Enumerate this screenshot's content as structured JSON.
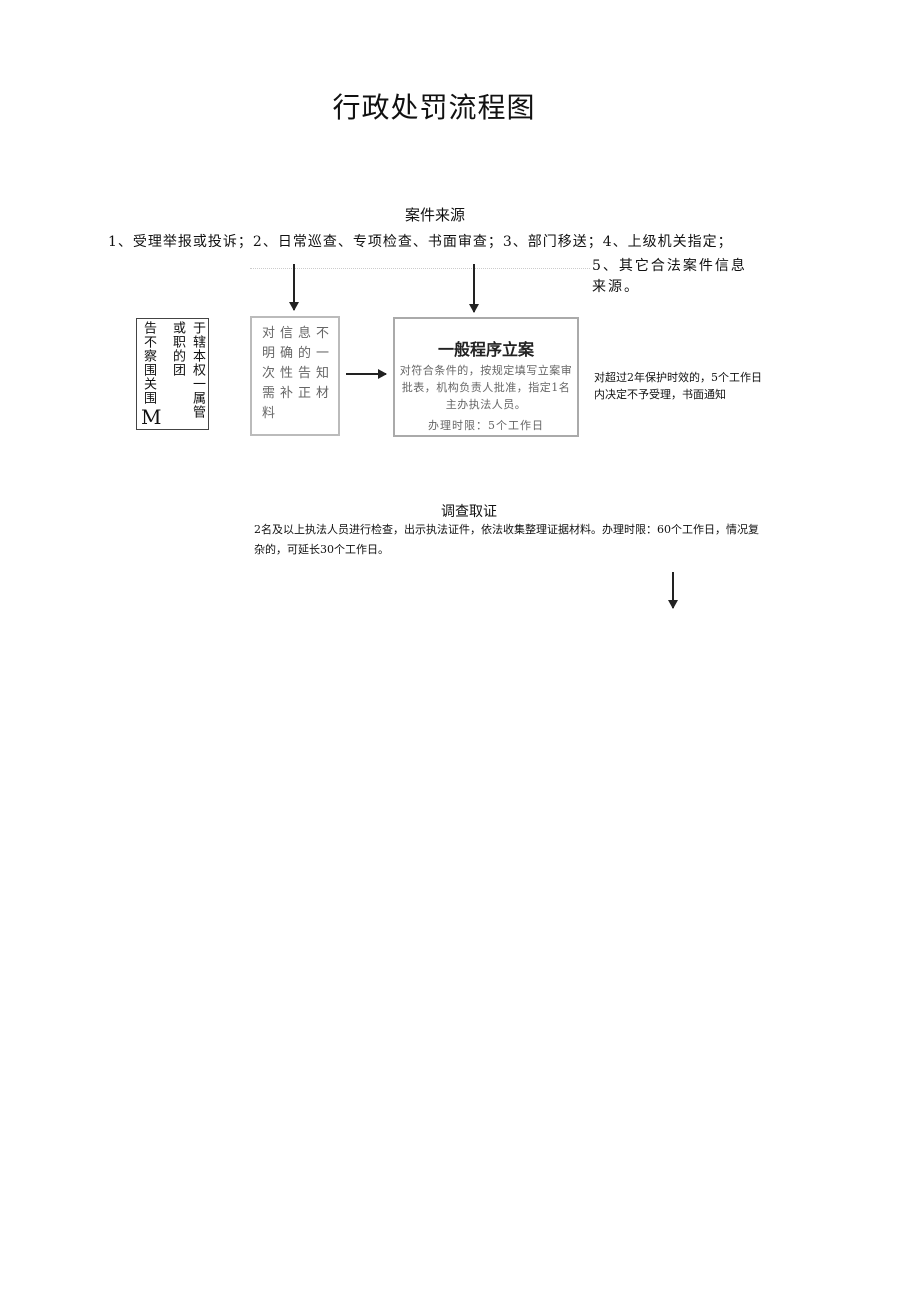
{
  "title": "行政处罚流程图",
  "case_source": {
    "heading": "案件来源",
    "sources_line": "1、受理举报或投诉；2、日常巡查、专项检查、书面审查；3、部门移送；4、上级机关指定；",
    "source_5": "5、其它合法案件信息来源。"
  },
  "jurisdiction_box": {
    "col1": "于辖本权一属管",
    "col2": "或职的团",
    "col3": "告不察围关围",
    "col3_tail": "M"
  },
  "info_box": {
    "text": "对信息不明确的一次性告知需补正材料"
  },
  "general_procedure": {
    "heading": "一般程序立案",
    "body": "对符合条件的，按规定填写立案审批表，机构负责人批准，指定1名主办执法人员。",
    "deadline": "办理时限：5个工作日"
  },
  "expired_note": "对超过2年保护时效的，5个工作日内决定不予受理，书面通知",
  "investigation": {
    "heading": "调查取证",
    "body": "2名及以上执法人员进行检查，出示执法证件，依法收集整理证据材料。办理时限：60个工作日，情况复杂的，可延长30个工作日。"
  }
}
